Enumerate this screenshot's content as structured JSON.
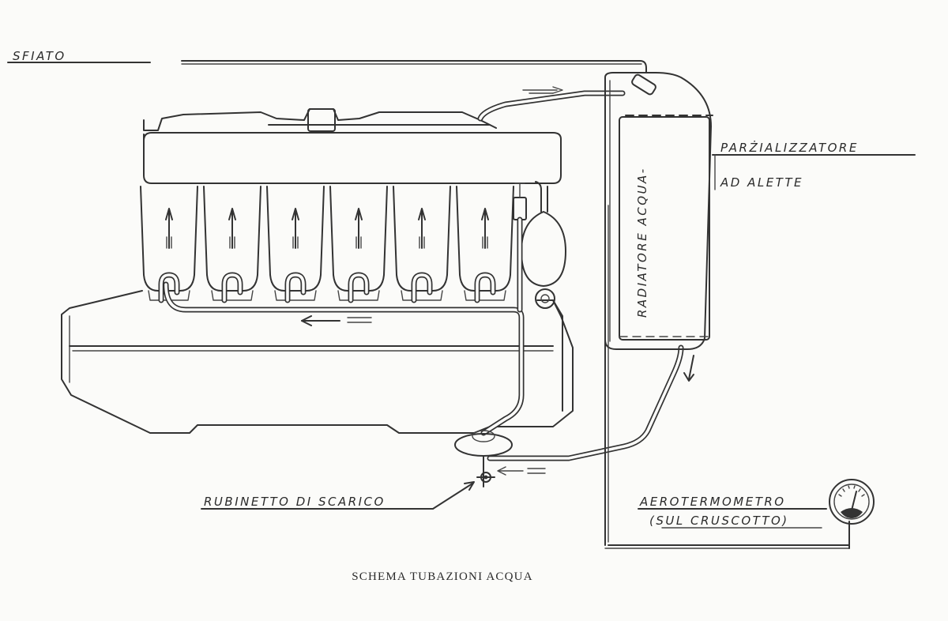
{
  "labels": {
    "sfiato": "SFIATO",
    "parzializzatore_line1": "PARŻIALIZZATORE",
    "parzializzatore_line2": "AD ALETTE",
    "radiatore": "RADIATORE ACQUA-",
    "rubinetto": "RUBINETTO DI SCARICO",
    "aerotermometro_line1": "AEROTERMOMETRO",
    "aerotermometro_line2": "(SUL CRUSCOTTO)"
  },
  "caption": "SCHEMA TUBAZIONI ACQUA",
  "colors": {
    "ink": "#333333",
    "paper": "#fbfbf9"
  },
  "cylinder_count": 6
}
